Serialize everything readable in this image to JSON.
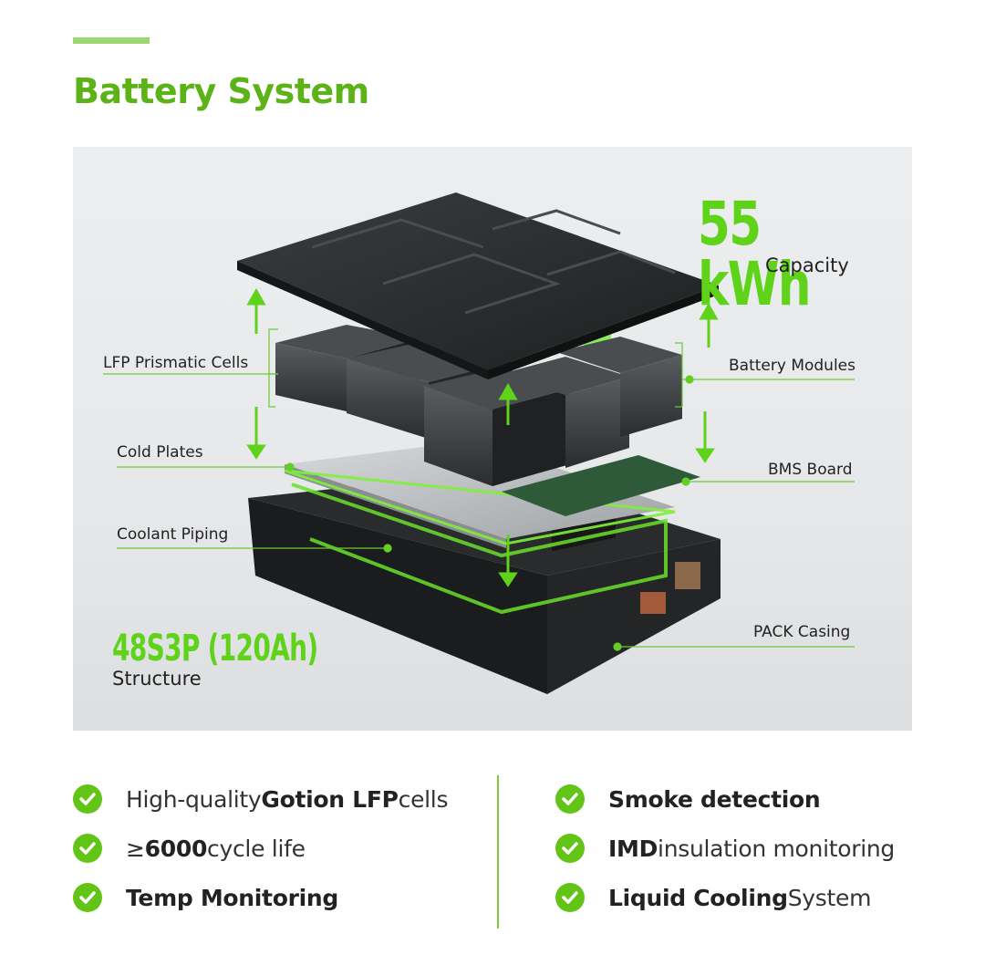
{
  "heading": "Battery System",
  "capacity": {
    "value": "55 kWh",
    "label": "Capacity"
  },
  "structure": {
    "value": "48S3P (120Ah)",
    "label": "Structure"
  },
  "callouts": {
    "lfp_cells": "LFP Prismatic Cells",
    "cold_plates": "Cold Plates",
    "coolant_piping": "Coolant Piping",
    "battery_modules": "Battery Modules",
    "bms_board": "BMS Board",
    "pack_casing": "PACK Casing"
  },
  "features_left": [
    {
      "pre": "High-quality ",
      "bold": "Gotion LFP",
      "post": " cells"
    },
    {
      "pre": "≥ ",
      "bold": "6000",
      "post": " cycle life"
    },
    {
      "pre": "",
      "bold": "Temp Monitoring",
      "post": ""
    }
  ],
  "features_right": [
    {
      "pre": "",
      "bold": "Smoke detection",
      "post": ""
    },
    {
      "pre": "",
      "bold": "IMD",
      "post": " insulation monitoring"
    },
    {
      "pre": "",
      "bold": "Liquid Cooling",
      "post": " System"
    }
  ],
  "colors": {
    "brand_green": "#5cb317",
    "highlight_green": "#5fd21a",
    "check_green": "#63c418"
  }
}
